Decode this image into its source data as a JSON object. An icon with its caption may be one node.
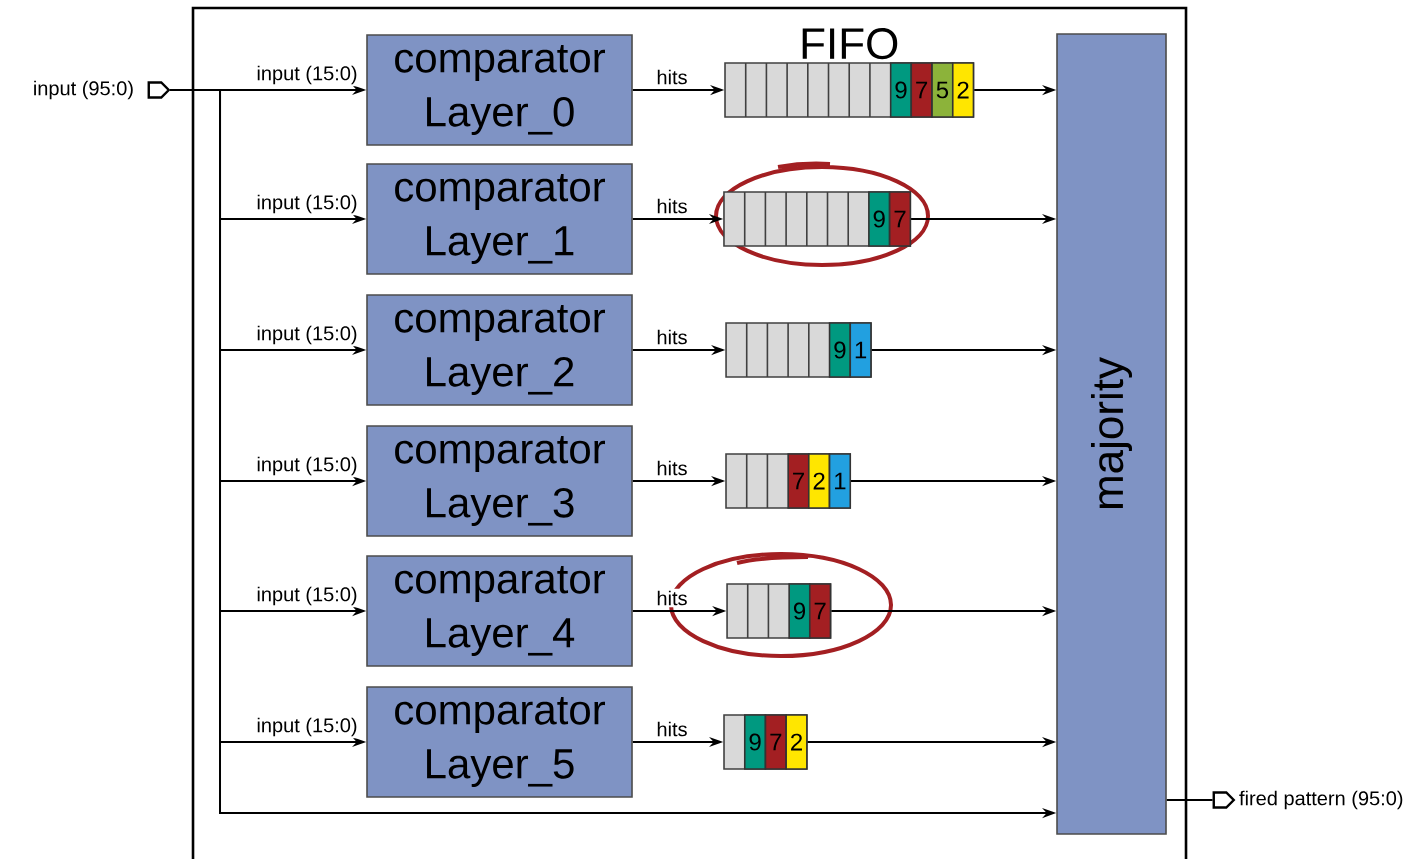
{
  "diagram": {
    "nodes": [
      {
        "text": [],
        "shape": "pentagon",
        "beside": [
          "input (95:0)"
        ]
      },
      {
        "text": [
          "comparator Layer_0"
        ]
      },
      {
        "text": [
          "comparator Layer_1"
        ]
      },
      {
        "text": [
          "comparator Layer_2"
        ]
      },
      {
        "text": [
          "comparator Layer_3"
        ]
      },
      {
        "text": [
          "comparator Layer_4"
        ]
      },
      {
        "text": [
          "comparator Layer_5"
        ]
      },
      {
        "text": [
          "FIFO"
        ]
      },
      {
        "text": [
          "9"
        ],
        "in": 7
      },
      {
        "text": [
          "7"
        ],
        "in": 7
      },
      {
        "text": [
          "5"
        ],
        "in": 7
      },
      {
        "text": [
          "2"
        ],
        "in": 7
      },
      {
        "text": [],
        "shape": "box"
      },
      {
        "text": [
          "9"
        ],
        "in": 12
      },
      {
        "text": [
          "7"
        ],
        "in": 12
      },
      {
        "text": [],
        "shape": "box"
      },
      {
        "text": [
          "9"
        ],
        "in": 15
      },
      {
        "text": [
          "1"
        ],
        "in": 15
      },
      {
        "text": [],
        "shape": "box"
      },
      {
        "text": [
          "7"
        ],
        "in": 18
      },
      {
        "text": [
          "2"
        ],
        "in": 18
      },
      {
        "text": [
          "1"
        ],
        "in": 18
      },
      {
        "text": [],
        "shape": "box"
      },
      {
        "text": [
          "9"
        ],
        "in": 22
      },
      {
        "text": [
          "7"
        ],
        "in": 22
      },
      {
        "text": [],
        "shape": "box"
      },
      {
        "text": [
          "9"
        ],
        "in": 25
      },
      {
        "text": [
          "7"
        ],
        "in": 25
      },
      {
        "text": [
          "2"
        ],
        "in": 25
      },
      {
        "text": [
          "majority"
        ]
      },
      {
        "text": [],
        "shape": "pentagon",
        "beside": [
          "fired pattern (95:0)"
        ]
      }
    ],
    "edges": [
      {
        "from": 0,
        "to": 1,
        "arrow": "to",
        "label": "input (15:0)"
      },
      {
        "from": 0,
        "to": 2,
        "arrow": "to",
        "label": "input (15:0)"
      },
      {
        "from": 0,
        "to": 3,
        "arrow": "to",
        "label": "input (15:0)"
      },
      {
        "from": 0,
        "to": 4,
        "arrow": "to",
        "label": "input (15:0)"
      },
      {
        "from": 0,
        "to": 5,
        "arrow": "to",
        "label": "input (15:0)"
      },
      {
        "from": 0,
        "to": 6,
        "arrow": "to",
        "label": "input (15:0)"
      },
      {
        "from": 0,
        "to": 29,
        "arrow": "to"
      },
      {
        "from": 1,
        "to": 7,
        "arrow": "to",
        "label": "hits"
      },
      {
        "from": 2,
        "to": 12,
        "arrow": "to",
        "label": "hits"
      },
      {
        "from": 3,
        "to": 15,
        "arrow": "to",
        "label": "hits"
      },
      {
        "from": 4,
        "to": 18,
        "arrow": "to",
        "label": "hits"
      },
      {
        "from": 5,
        "to": 22,
        "arrow": "to",
        "label": "hits"
      },
      {
        "from": 6,
        "to": 25,
        "arrow": "to",
        "label": "hits"
      },
      {
        "from": 7,
        "to": 29,
        "arrow": "to"
      },
      {
        "from": 12,
        "to": 29,
        "arrow": "to"
      },
      {
        "from": 15,
        "to": 29,
        "arrow": "to"
      },
      {
        "from": 18,
        "to": 29,
        "arrow": "to"
      },
      {
        "from": 22,
        "to": 29,
        "arrow": "to"
      },
      {
        "from": 25,
        "to": 29,
        "arrow": "to"
      },
      {
        "from": 29,
        "to": 30,
        "arrow": "none"
      }
    ]
  }
}
